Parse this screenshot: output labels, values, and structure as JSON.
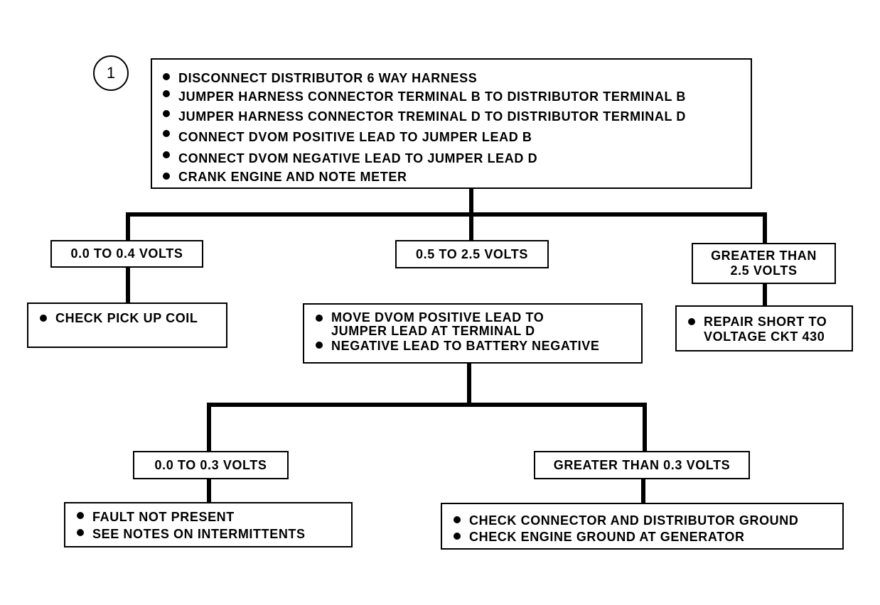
{
  "step_number": "1",
  "main_box": {
    "items": [
      "DISCONNECT DISTRIBUTOR 6 WAY HARNESS",
      "JUMPER HARNESS CONNECTOR TERMINAL B TO DISTRIBUTOR TERMINAL B",
      "JUMPER HARNESS CONNECTOR TREMINAL D TO DISTRIBUTOR TERMINAL D",
      "CONNECT DVOM POSITIVE  LEAD TO JUMPER LEAD B",
      "CONNECT DVOM NEGATIVE  LEAD TO JUMPER LEAD D",
      "CRANK ENGINE AND NOTE METER"
    ]
  },
  "branches": {
    "low": {
      "condition": "0.0 TO 0.4 VOLTS",
      "actions": [
        "CHECK PICK UP COIL"
      ]
    },
    "mid": {
      "condition": "0.5 TO 2.5 VOLTS",
      "actions": [
        "MOVE DVOM POSITIVE  LEAD TO",
        "JUMPER LEAD AT TERMINAL D",
        "NEGATIVE LEAD TO BATTERY NEGATIVE"
      ]
    },
    "high": {
      "condition_line1": "GREATER THAN",
      "condition_line2": "2.5 VOLTS",
      "actions": [
        "REPAIR SHORT TO",
        "VOLTAGE CKT 430"
      ]
    }
  },
  "sub_branches": {
    "low": {
      "condition": "0.0 TO 0.3 VOLTS",
      "actions": [
        "FAULT NOT PRESENT",
        "SEE NOTES ON INTERMITTENTS"
      ]
    },
    "high": {
      "condition": "GREATER THAN 0.3 VOLTS",
      "actions": [
        "CHECK CONNECTOR AND DISTRIBUTOR GROUND",
        "CHECK ENGINE GROUND AT GENERATOR"
      ]
    }
  }
}
